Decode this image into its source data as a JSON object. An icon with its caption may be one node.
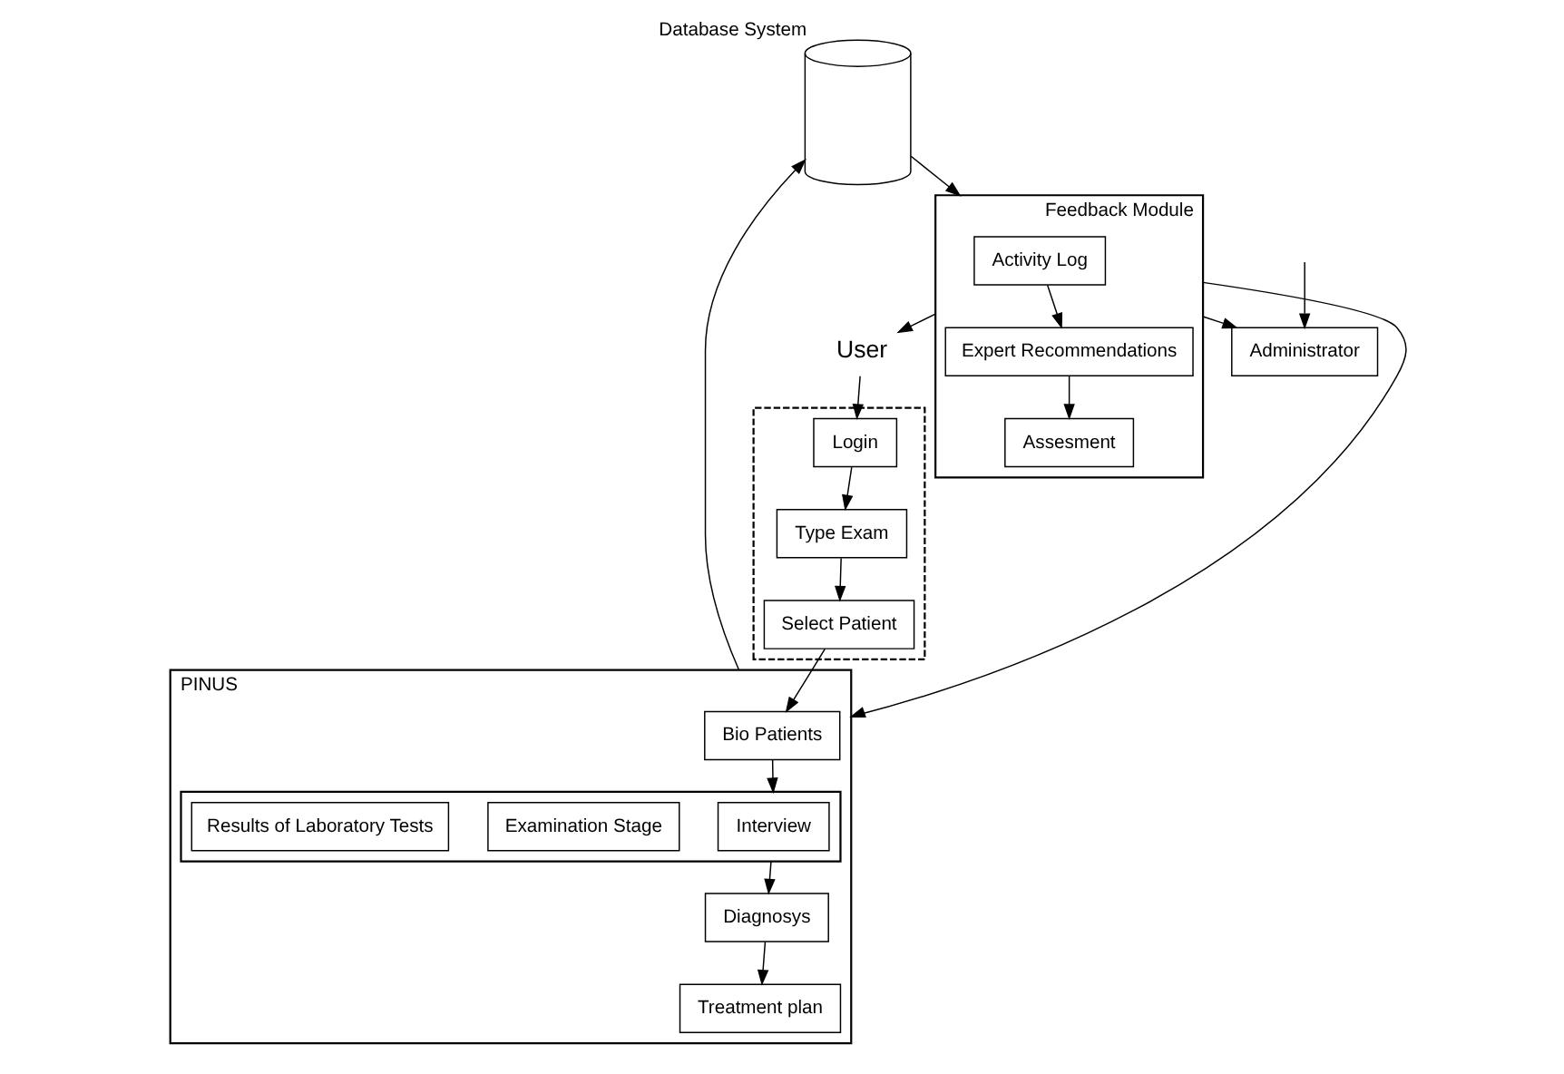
{
  "diagram": {
    "nodes": [
      {
        "text": [
          "User"
        ]
      },
      {
        "text": [],
        "shape": "box"
      },
      {
        "text": [
          "Select Patient"
        ],
        "in": 1
      },
      {
        "text": [
          "Type Exam"
        ],
        "in": 1
      },
      {
        "text": [
          "Login"
        ],
        "in": 1
      },
      {
        "text": [
          "Administrator"
        ]
      },
      {
        "text": [
          "PINUS"
        ]
      },
      {
        "text": [
          "Bio Patients"
        ],
        "in": 6
      },
      {
        "text": [],
        "shape": "box",
        "in": 6
      },
      {
        "text": [
          "Interview"
        ],
        "in": 8
      },
      {
        "text": [
          "Examination Stage"
        ],
        "in": 8
      },
      {
        "text": [
          "Results of Laboratory Tests"
        ],
        "in": 8
      },
      {
        "text": [
          "Diagnosys"
        ],
        "in": 6
      },
      {
        "text": [
          "Treatment plan"
        ],
        "in": 6
      },
      {
        "text": [],
        "shape": "cylinder",
        "beside": [
          "Database System"
        ]
      },
      {
        "text": [
          "Feedback Module"
        ]
      },
      {
        "text": [
          "Activity Log"
        ],
        "in": 15
      },
      {
        "text": [
          "Expert Recommendations"
        ],
        "in": 15
      },
      {
        "text": [
          "Assesment"
        ],
        "in": 15
      }
    ],
    "edges": [
      {
        "from": 0,
        "to": 4,
        "arrow": "to"
      },
      {
        "from": 4,
        "to": 3,
        "arrow": "to"
      },
      {
        "from": 3,
        "to": 2,
        "arrow": "to"
      },
      {
        "from": null,
        "to": 5,
        "arrow": "to"
      },
      {
        "from": 2,
        "to": 7,
        "arrow": "to"
      },
      {
        "from": 15,
        "to": 6,
        "arrow": "to"
      },
      {
        "from": 15,
        "to": 5,
        "arrow": "to"
      },
      {
        "from": 15,
        "to": 0,
        "arrow": "to"
      },
      {
        "from": 7,
        "to": 8,
        "arrow": "to"
      },
      {
        "from": 8,
        "to": 12,
        "arrow": "to"
      },
      {
        "from": 12,
        "to": 13,
        "arrow": "to"
      },
      {
        "from": 6,
        "to": 14,
        "arrow": "to"
      },
      {
        "from": 14,
        "to": 15,
        "arrow": "to"
      },
      {
        "from": 16,
        "to": 17,
        "arrow": "to"
      },
      {
        "from": 17,
        "to": 18,
        "arrow": "to"
      }
    ]
  }
}
